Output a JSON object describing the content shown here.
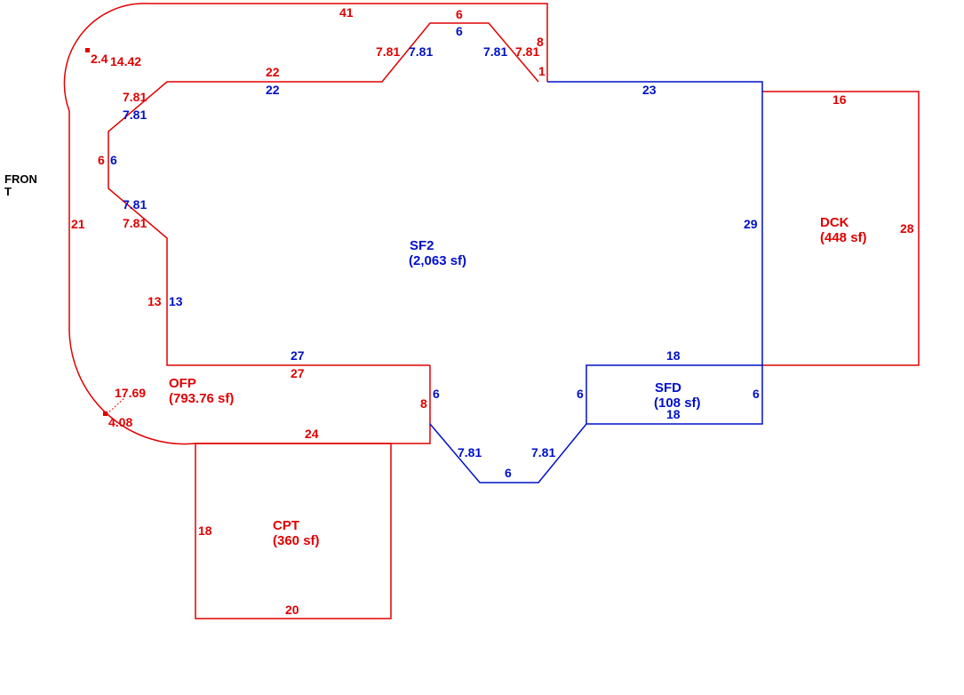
{
  "colors": {
    "red": "#e00000",
    "blue": "#0010c8",
    "black": "#000000"
  },
  "front_label": [
    "FRON",
    "T"
  ],
  "areas": {
    "sf2": {
      "name": "SF2",
      "size": "(2,063 sf)"
    },
    "ofp": {
      "name": "OFP",
      "size": "(793.76 sf)"
    },
    "dck": {
      "name": "DCK",
      "size": "(448 sf)"
    },
    "cpt": {
      "name": "CPT",
      "size": "(360 sf)"
    },
    "sfd": {
      "name": "SFD",
      "size": "(108 sf)"
    }
  },
  "red_dims": {
    "top_41": "41",
    "top_6": "6",
    "left_781a": "7.81",
    "right_781a": "7.81",
    "right_8": "8",
    "right_1": "1",
    "d24": "2.4",
    "d1442": "14.42",
    "top_22": "22",
    "left_781b": "7.81",
    "left_6": "6",
    "left_781c": "7.81",
    "front_21": "21",
    "left_13": "13",
    "ofp_27": "27",
    "d1769": "17.69",
    "d408": "4.08",
    "ofp_8": "8",
    "ofp_24": "24",
    "dck_16": "16",
    "dck_28": "28",
    "cpt_18": "18",
    "cpt_20": "20"
  },
  "blue_dims": {
    "top_6": "6",
    "left_781a": "7.81",
    "right_781a": "7.81",
    "top_22": "22",
    "top_23": "23",
    "left_781b": "7.81",
    "left_6": "6",
    "left_781c": "7.81",
    "left_13": "13",
    "right_29": "29",
    "bottom_27": "27",
    "sfd_18_top": "18",
    "left_6_bump": "6",
    "sfd_6_left": "6",
    "sfd_6_right": "6",
    "sfd_18_bottom": "18",
    "bump_781_left": "7.81",
    "bump_781_right": "7.81",
    "bump_6": "6"
  }
}
